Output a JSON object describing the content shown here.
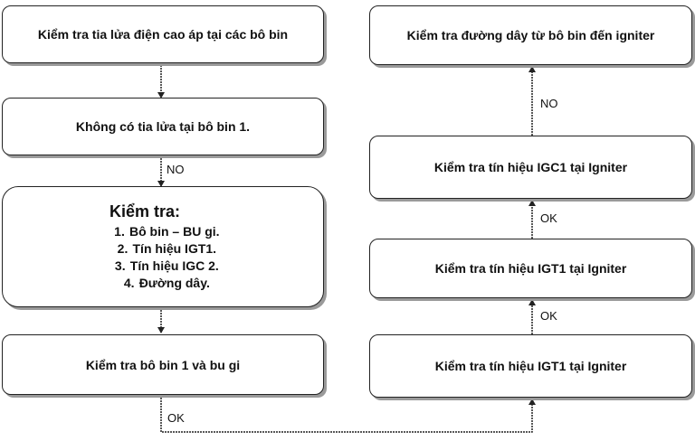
{
  "boxes": {
    "check_spark": "Kiểm tra tia lửa điện cao áp tại các bô bin",
    "no_spark": "Không có tia lửa tại bô bin 1.",
    "check_title": "Kiểm tra:",
    "check_items": [
      {
        "num": "1.",
        "text": "Bô bin – BU gi."
      },
      {
        "num": "2.",
        "text": "Tín hiệu IGT1."
      },
      {
        "num": "3.",
        "text": "Tín hiệu IGC 2."
      },
      {
        "num": "4.",
        "text": "Đường dây."
      }
    ],
    "check_coil_plug": "Kiểm tra bô bin 1 và bu gi",
    "check_igt1_bottom": "Kiểm tra tín hiệu IGT1 tại Igniter",
    "check_igt1_middle": "Kiểm tra tín hiệu IGT1 tại Igniter",
    "check_igc1": "Kiểm tra tín hiệu IGC1 tại Igniter",
    "check_wiring": "Kiểm tra đường dây từ bô bin đến igniter"
  },
  "labels": {
    "no_1": "NO",
    "ok_bottom": "OK",
    "ok_1": "OK",
    "ok_2": "OK",
    "no_2": "NO"
  },
  "colors": {
    "line": "#222222",
    "shadow": "#9a9a9a"
  }
}
